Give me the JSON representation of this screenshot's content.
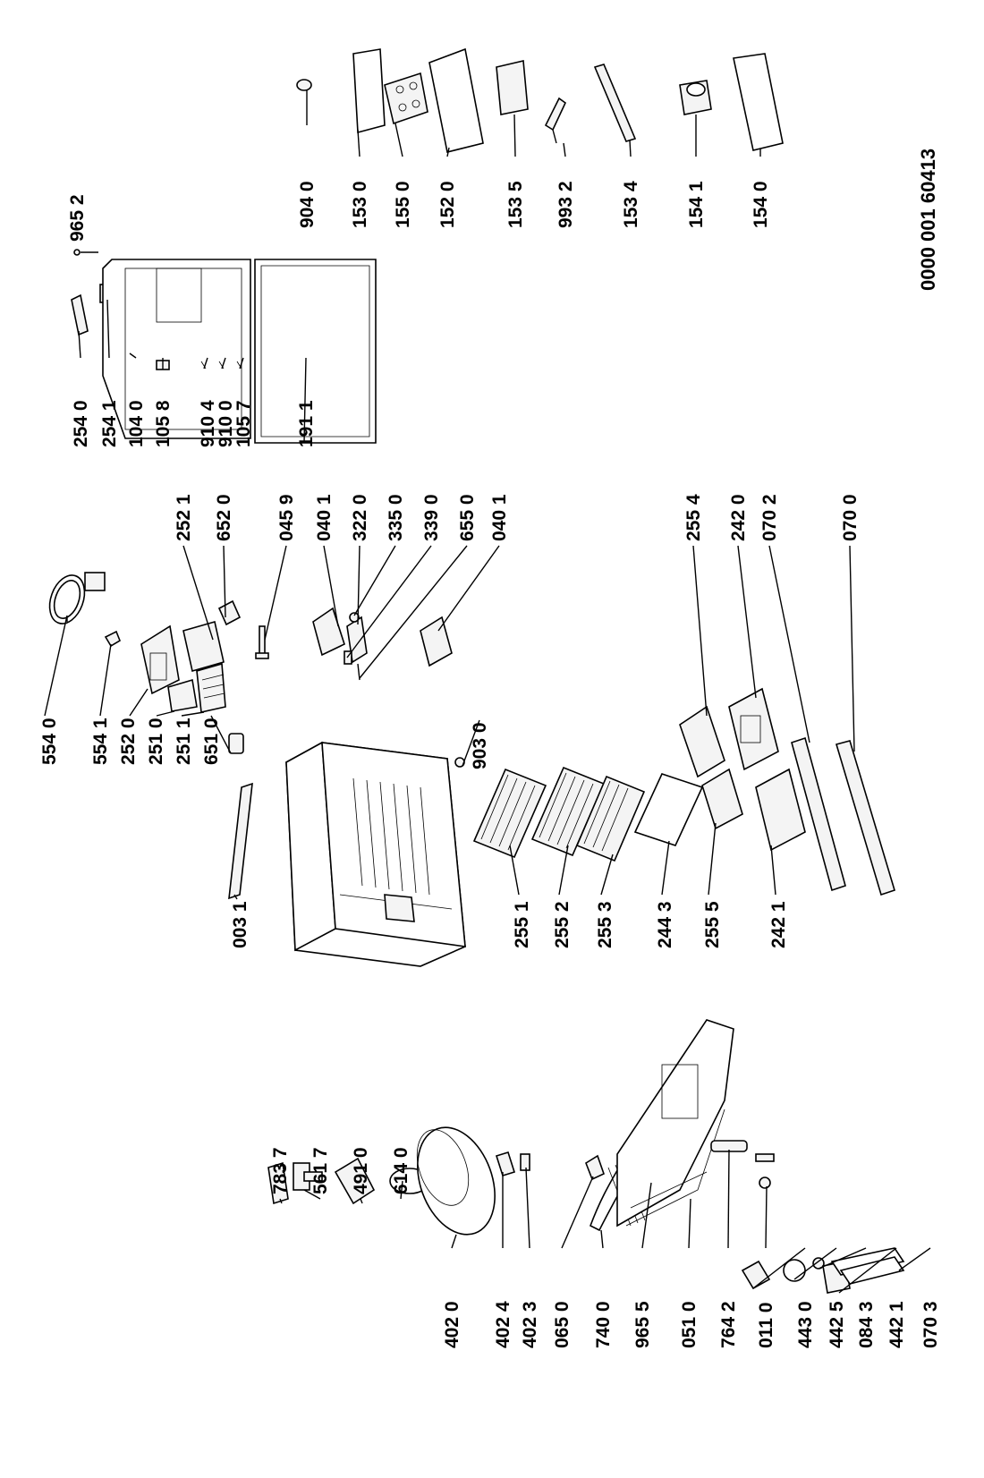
{
  "document_id": "0000 001 60413",
  "callouts": {
    "p5540": "554 0",
    "p5541": "554 1",
    "p2520": "252 0",
    "p2510": "251 0",
    "p2511": "251 1",
    "p6510": "651 0",
    "p0031": "003 1",
    "p2521": "252 1",
    "p6520": "652 0",
    "p0459": "045 9",
    "p0401a": "040 1",
    "p3220": "322 0",
    "p3350": "335 0",
    "p3390": "339 0",
    "p6550": "655 0",
    "p0401b": "040 1",
    "p9030": "903 0",
    "p2551": "255 1",
    "p2552": "255 2",
    "p2553": "255 3",
    "p2443": "244 3",
    "p2555": "255 5",
    "p2421": "242 1",
    "p2554": "255 4",
    "p2420": "242 0",
    "p0702": "070 2",
    "p0700": "070 0",
    "p2540": "254 0",
    "p2541": "254 1",
    "p1040": "104 0",
    "p1058": "105 8",
    "p9104": "910 4",
    "p9100": "910 0",
    "p1057": "105 7",
    "p1911": "191 1",
    "p9652a": "965 2",
    "p9040": "904 0",
    "p1530": "153 0",
    "p1550": "155 0",
    "p1520": "152 0",
    "p1535": "153 5",
    "p9932": "993 2",
    "p1534": "153 4",
    "p1541": "154 1",
    "p1540": "154 0",
    "p7837": "783 7",
    "p5617": "561 7",
    "p4910": "491 0",
    "p6140": "614 0",
    "p4020": "402 0",
    "p4024": "402 4",
    "p4023": "402 3",
    "p0650": "065 0",
    "p7400": "740 0",
    "p9655": "965 5",
    "p0510": "051 0",
    "p7642": "764 2",
    "p0110": "011 0",
    "p4430": "443 0",
    "p4425": "442 5",
    "p0843": "084 3",
    "p4421": "442 1",
    "p0703": "070 3"
  }
}
